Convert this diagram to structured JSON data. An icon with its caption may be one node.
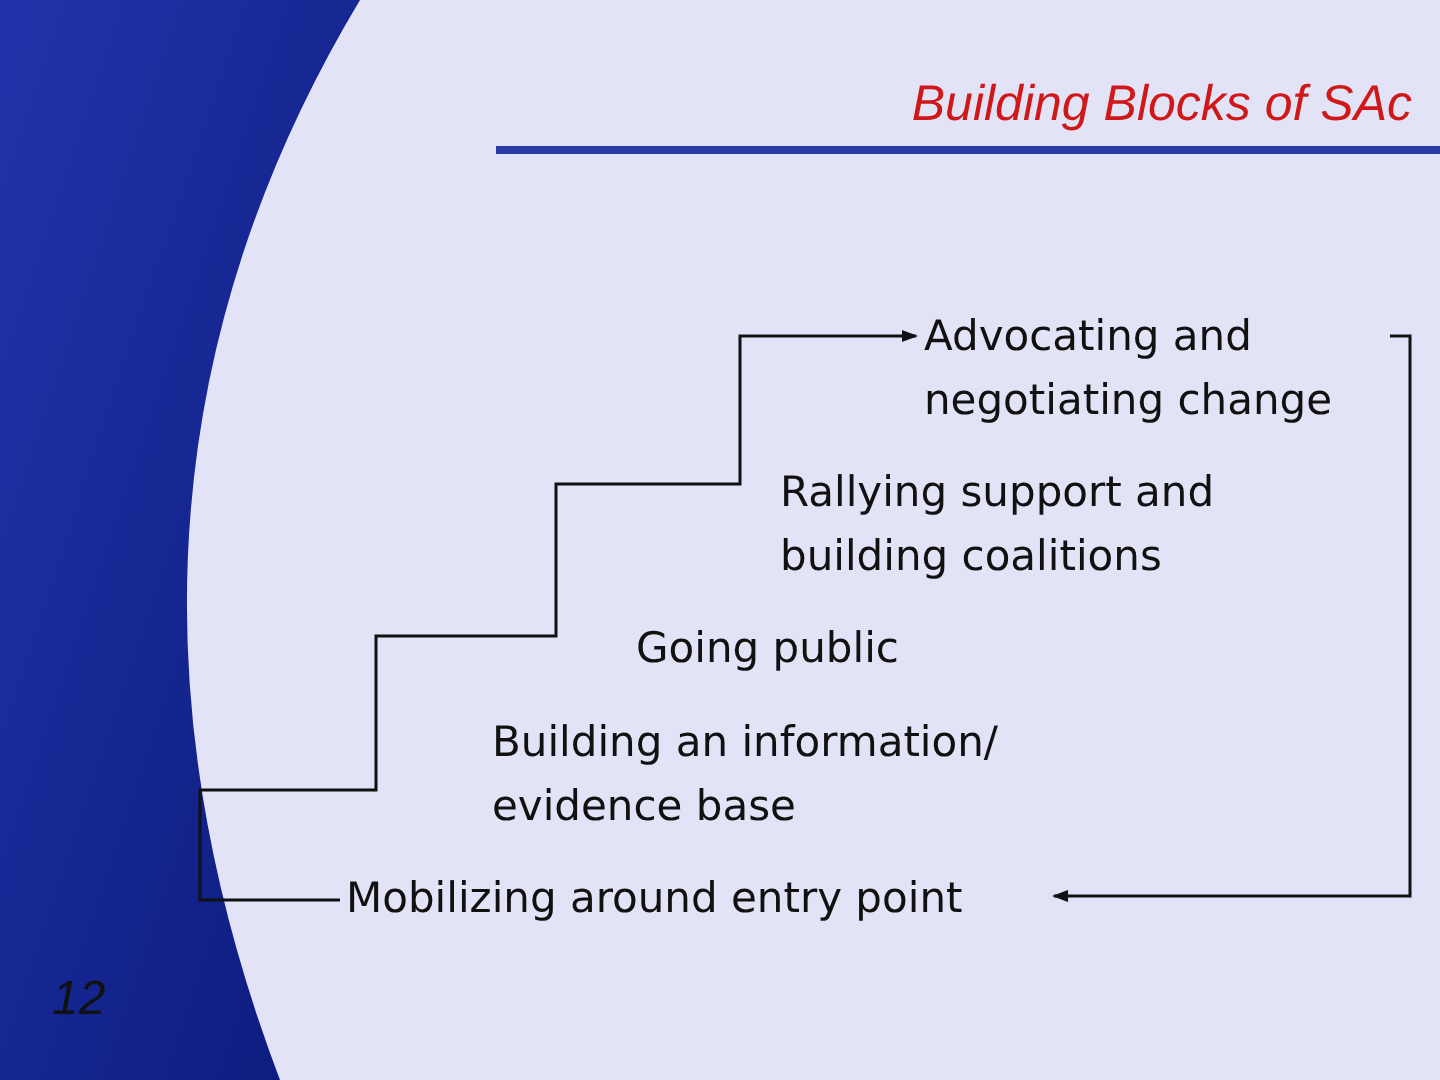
{
  "diagram": {
    "title": "Building Blocks of SAc",
    "nodes": [
      {
        "text": [
          "Advocating and negotiating change"
        ]
      },
      {
        "text": [
          "Rallying support and building coalitions"
        ]
      },
      {
        "text": [
          "Going public"
        ]
      },
      {
        "text": [
          "Building an information/ evidence base"
        ]
      },
      {
        "text": [
          "Mobilizing around entry point"
        ]
      }
    ],
    "edges": [
      {
        "from": 4,
        "to": 0,
        "arrow": "to"
      },
      {
        "from": 0,
        "to": 4,
        "arrow": "to"
      }
    ],
    "labels": [
      "12"
    ]
  }
}
